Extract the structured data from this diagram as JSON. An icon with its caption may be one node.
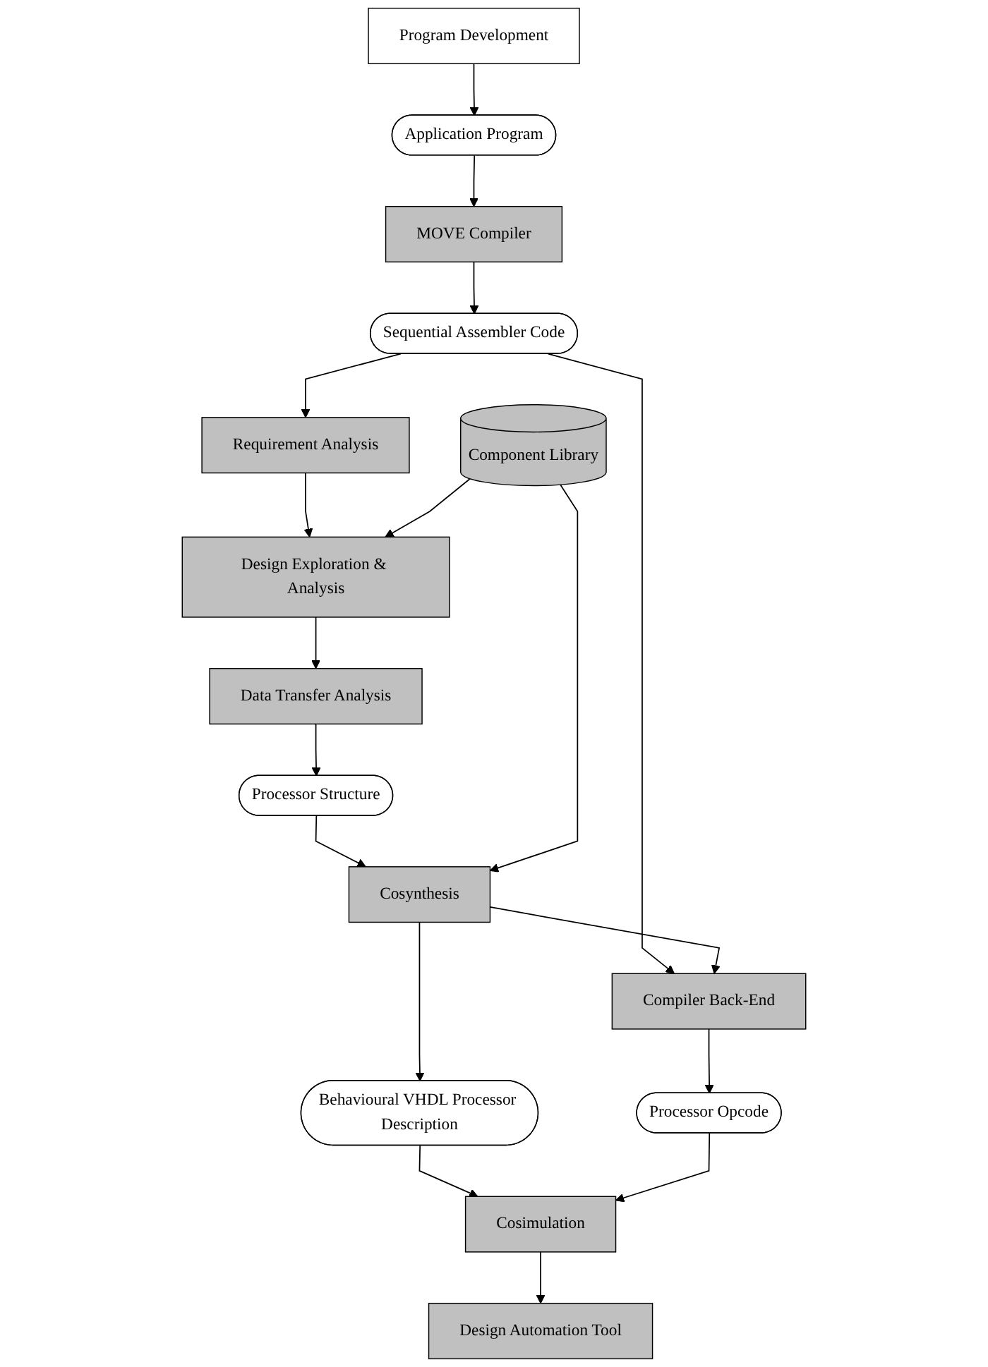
{
  "diagram": {
    "nodes": [
      {
        "text": [
          "Program Development"
        ]
      },
      {
        "text": [
          "Application Program"
        ]
      },
      {
        "text": [
          "MOVE Compiler"
        ]
      },
      {
        "text": [
          "Sequential Assembler Code"
        ]
      },
      {
        "text": [
          "Requirement Analysis"
        ]
      },
      {
        "text": [
          "Design Exploration & Analysis"
        ]
      },
      {
        "text": [
          "Data Transfer Analysis"
        ]
      },
      {
        "text": [
          "Processor Structure"
        ]
      },
      {
        "text": [
          "Component Library"
        ]
      },
      {
        "text": [
          "Cosynthesis"
        ]
      },
      {
        "text": [
          "Compiler Back-End"
        ]
      },
      {
        "text": [
          "Behavioural VHDL Processor Description"
        ]
      },
      {
        "text": [
          "Processor Opcode"
        ]
      },
      {
        "text": [
          "Cosimulation"
        ]
      },
      {
        "text": [
          "Design Automation Tool"
        ]
      }
    ],
    "edges": [
      {
        "from": 0,
        "to": 1,
        "arrow": "to"
      },
      {
        "from": 1,
        "to": 2,
        "arrow": "to"
      },
      {
        "from": 2,
        "to": 3,
        "arrow": "to"
      },
      {
        "from": 3,
        "to": 4,
        "arrow": "to"
      },
      {
        "from": 3,
        "to": 10,
        "arrow": "to"
      },
      {
        "from": 4,
        "to": 5,
        "arrow": "to"
      },
      {
        "from": 5,
        "to": 6,
        "arrow": "to"
      },
      {
        "from": 6,
        "to": 7,
        "arrow": "to"
      },
      {
        "from": 7,
        "to": 9,
        "arrow": "to"
      },
      {
        "from": 8,
        "to": 5,
        "arrow": "to"
      },
      {
        "from": 8,
        "to": 9,
        "arrow": "to"
      },
      {
        "from": 9,
        "to": 10,
        "arrow": "to"
      },
      {
        "from": 9,
        "to": 11,
        "arrow": "to"
      },
      {
        "from": 10,
        "to": 12,
        "arrow": "to"
      },
      {
        "from": 11,
        "to": 13,
        "arrow": "to"
      },
      {
        "from": 12,
        "to": 13,
        "arrow": "to"
      },
      {
        "from": 13,
        "to": 14,
        "arrow": "to"
      }
    ]
  }
}
